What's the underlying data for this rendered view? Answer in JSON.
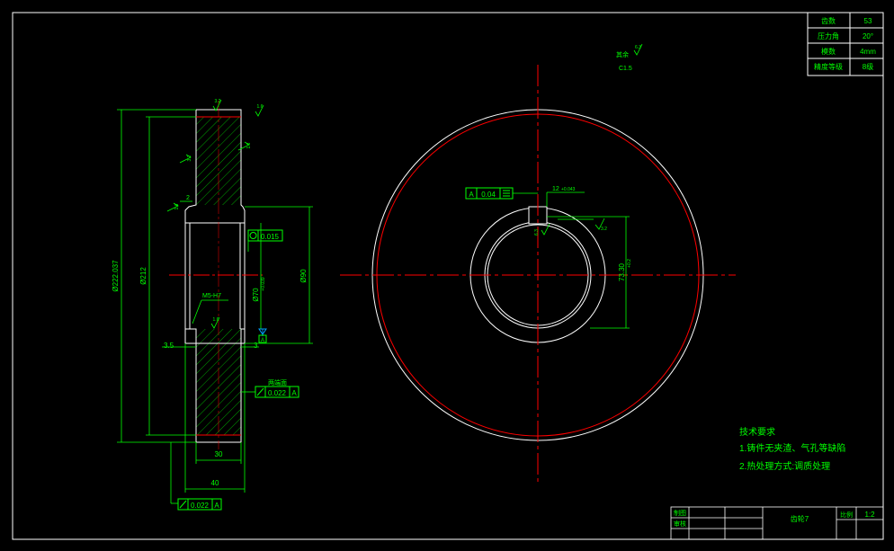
{
  "param_table": {
    "rows": [
      {
        "label": "齿数",
        "value": "53"
      },
      {
        "label": "压力角",
        "value": "20°"
      },
      {
        "label": "模数",
        "value": "4mm"
      },
      {
        "label": "精度等级",
        "value": "8级"
      }
    ]
  },
  "side_view": {
    "dims": {
      "outer_diameter": "Ø222.037",
      "root_diameter": "Ø212",
      "hub_diameter": "Ø90",
      "bore_diameter": "Ø70",
      "bore_tol": "+0.039",
      "thread": "M5-H7",
      "chamfer_small": "2",
      "left_offset": "3.5",
      "right_offset": "3",
      "face_width": "30",
      "hub_width": "40"
    },
    "roughness": {
      "top": "3.2",
      "right_top": "1.6",
      "tooth_face": "1.6",
      "body_left": "3.2",
      "left_hub": "1.6",
      "thread_hole": "1.6"
    },
    "tolerances": {
      "cylindricity": "0.015",
      "both_ends_label": "两端面",
      "runout_right": "0.022",
      "runout_right_datum": "A",
      "runout_bottom": "0.022",
      "runout_bottom_datum": "A",
      "datum_symbol": "A"
    }
  },
  "front_view": {
    "note_label": "其余",
    "note_roughness": "6.3",
    "chamfer": "C1.5",
    "keyway_tol_datum": "A",
    "keyway_tol_value": "0.04",
    "keyway_width": "12",
    "keyway_width_tol": "+0.043",
    "keyway_depth": "73.30",
    "keyway_depth_tol": "+0.2",
    "keyway_roughness": "3.2",
    "keyway_side_roughness": "6.3"
  },
  "tech_requirements": {
    "title": "技术要求",
    "items": [
      "1.铸件无夹渣、气孔等缺陷",
      "2.热处理方式:调质处理"
    ]
  },
  "title_block": {
    "designer_label": "制图",
    "checker_label": "审核",
    "part_name": "齿轮7",
    "scale_label": "比例",
    "scale_value": "1:2"
  },
  "colors": {
    "background": "#000000",
    "outline": "#ffffff",
    "dimension": "#00ff00",
    "centerline": "#ff0000",
    "hatch": "#00a000",
    "text": "#00ff00",
    "datum": "#00a0ff"
  }
}
